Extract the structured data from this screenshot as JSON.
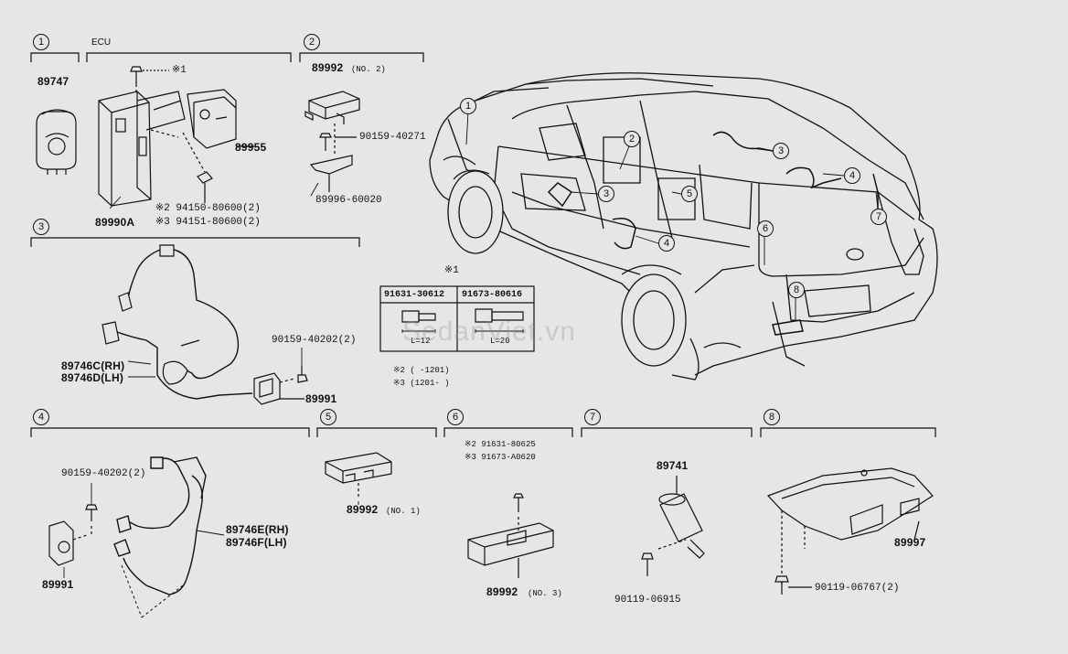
{
  "sections": [
    {
      "num": "1",
      "label": "ECU"
    },
    {
      "num": "2"
    },
    {
      "num": "3"
    },
    {
      "num": "4"
    },
    {
      "num": "5"
    },
    {
      "num": "6"
    },
    {
      "num": "7"
    },
    {
      "num": "8"
    }
  ],
  "parts": {
    "p89747": "89747",
    "x1": "※1",
    "p89955": "89955",
    "p89990A": "89990A",
    "x2_94150": "※2 94150-80600(2)",
    "x3_94151": "※3 94151-80600(2)",
    "p89992_no2": "89992",
    "no2": "(NO. 2)",
    "p90159_40271": "90159-40271",
    "p89996": "89996-60020",
    "p89746C": "89746C(RH)",
    "p89746D": "89746D(LH)",
    "p90159_40202_a": "90159-40202(2)",
    "p89991_a": "89991",
    "p90159_40202_b": "90159-40202(2)",
    "p89746E": "89746E(RH)",
    "p89746F": "89746F(LH)",
    "p89991_b": "89991",
    "p89992_no1": "89992",
    "no1": "(NO. 1)",
    "x2_91631": "※2 91631-80625",
    "x3_91673": "※3 91673-A0620",
    "p89992_no3": "89992",
    "no3": "(NO. 3)",
    "p89741": "89741",
    "p90119_06915": "90119-06915",
    "p89997": "89997",
    "p90119_06767": "90119-06767(2)"
  },
  "bolt_table": {
    "ref": "※1",
    "col1": "91631-30612",
    "col2": "91673-80616",
    "len1": "L=12",
    "len2": "L=20"
  },
  "notes": {
    "n2": "※2 (    -1201)",
    "n3": "※3 (1201-     )"
  },
  "car_callouts": [
    "1",
    "2",
    "3",
    "3",
    "4",
    "4",
    "5",
    "6",
    "7",
    "8"
  ],
  "watermark": "SedanViet.vn"
}
